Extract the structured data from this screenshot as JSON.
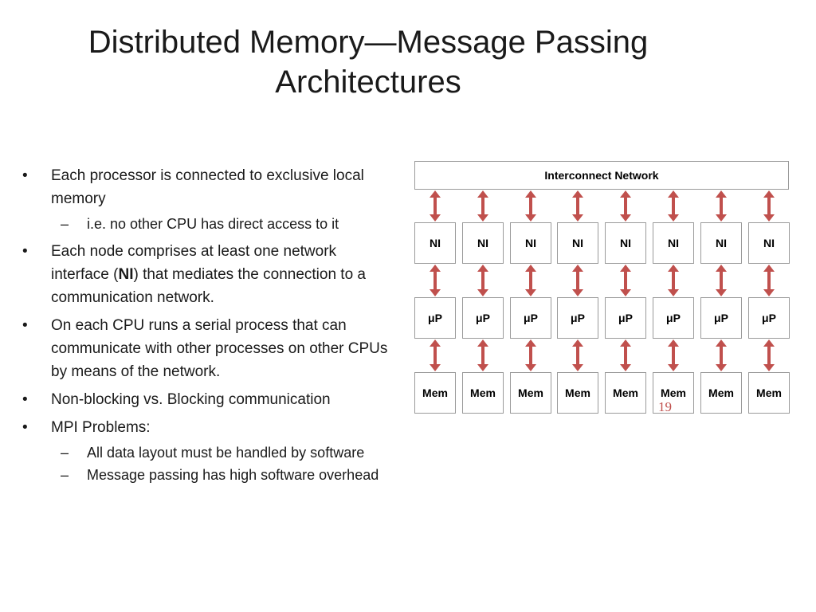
{
  "title": {
    "line1": "Distributed Memory—Message Passing",
    "line2": "Architectures"
  },
  "bullets": [
    {
      "text": "Each processor is connected to exclusive local memory"
    },
    {
      "text": "i.e. no other CPU has direct access to it",
      "level": 2
    },
    {
      "before": "Each node comprises at least one network interface (",
      "bold": "NI",
      "after": ") that mediates the connection to a communication network."
    },
    {
      "text": "On each CPU runs a serial process that can communicate with other processes on other CPUs by means of the network."
    },
    {
      "text": "Non-blocking vs. Blocking communication"
    },
    {
      "text": "MPI Problems:"
    },
    {
      "text": "All data layout must be handled by software",
      "level": 2
    },
    {
      "text": "Message passing has high software overhead",
      "level": 2
    }
  ],
  "markers": {
    "level1": "•",
    "level2": "–"
  },
  "diagram": {
    "network_label": "Interconnect Network",
    "node_count": 8,
    "ni_label": "NI",
    "up_label": "μP",
    "mem_label": "Mem",
    "arrow_color": "#c0504d",
    "box_border_color": "#9a9a9a"
  },
  "page_number": "19"
}
